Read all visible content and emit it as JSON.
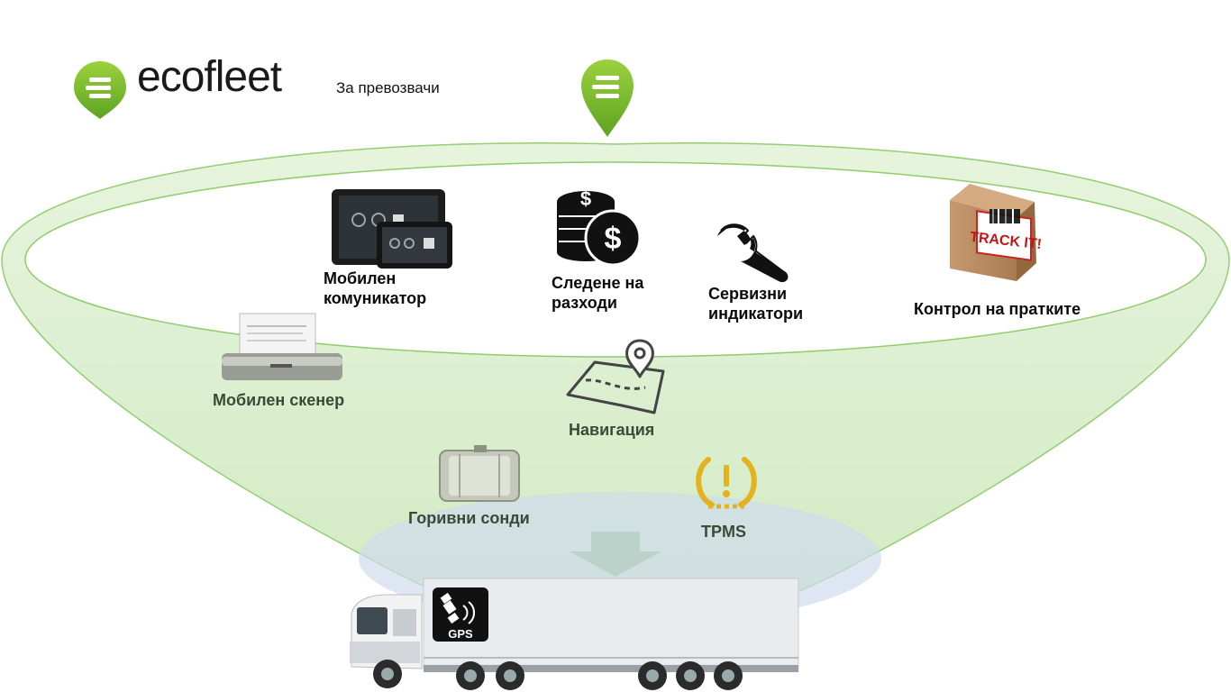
{
  "brand": {
    "name": "ecofleet",
    "tagline": "За превозвачи",
    "accent_color": "#7dbb2e"
  },
  "labels": {
    "mobile_communicator": [
      "Мобилен",
      "комуникатор"
    ],
    "expense_tracking": [
      "Следене на",
      "разходи"
    ],
    "service_indicators": [
      "Сервизни",
      "индикатори"
    ],
    "shipment_control": "Контрол на пратките",
    "mobile_scanner": "Мобилен скенер",
    "navigation": "Навигация",
    "fuel_probes": "Горивни сонди",
    "tpms": "TPMS"
  },
  "badges": {
    "track_it": "TRACK IT!",
    "gps": "GPS"
  },
  "icons": [
    "map-pin-logo-icon",
    "tablet-icon",
    "coins-dollar-icon",
    "wrench-icon",
    "parcel-box-icon",
    "scanner-icon",
    "map-navigation-icon",
    "fuel-tank-icon",
    "tpms-warning-icon",
    "down-arrow-icon",
    "truck-icon",
    "gps-satellite-icon"
  ],
  "colors": {
    "funnel_fill": "#d9efcf",
    "funnel_stroke": "#8fcc6a",
    "tpms_yellow": "#e3b21d",
    "platform_blue": "#cfdcec"
  }
}
